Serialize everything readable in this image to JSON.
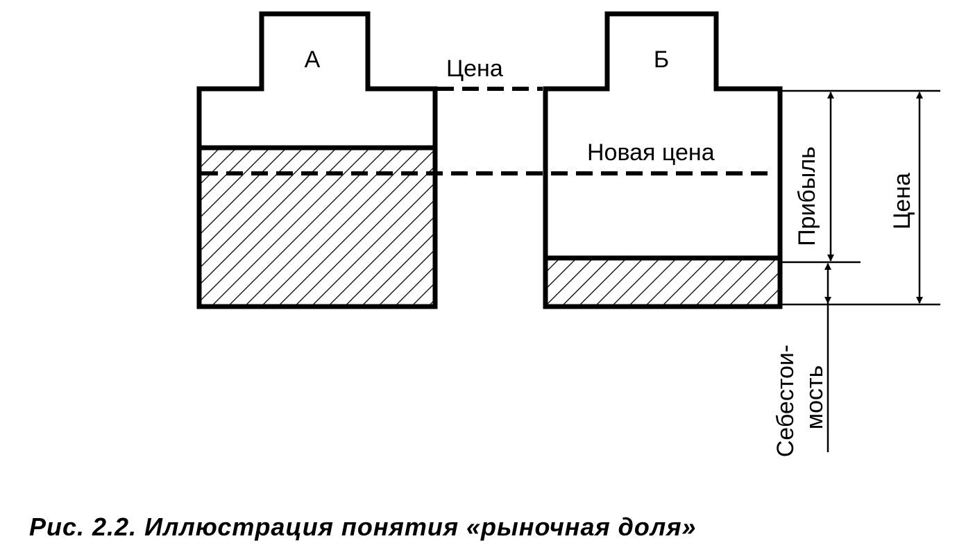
{
  "diagram": {
    "shape_a_label": "А",
    "shape_b_label": "Б",
    "price_label": "Цена",
    "new_price_label": "Новая цена",
    "profit_label": "Прибыль",
    "price_vertical_label": "Цена",
    "cost_label_line1": "Себестои-",
    "cost_label_line2": "мость"
  },
  "caption": "Рис. 2.2. Иллюстрация понятия «рыночная доля»",
  "colors": {
    "ink": "#000000",
    "background": "#ffffff"
  }
}
